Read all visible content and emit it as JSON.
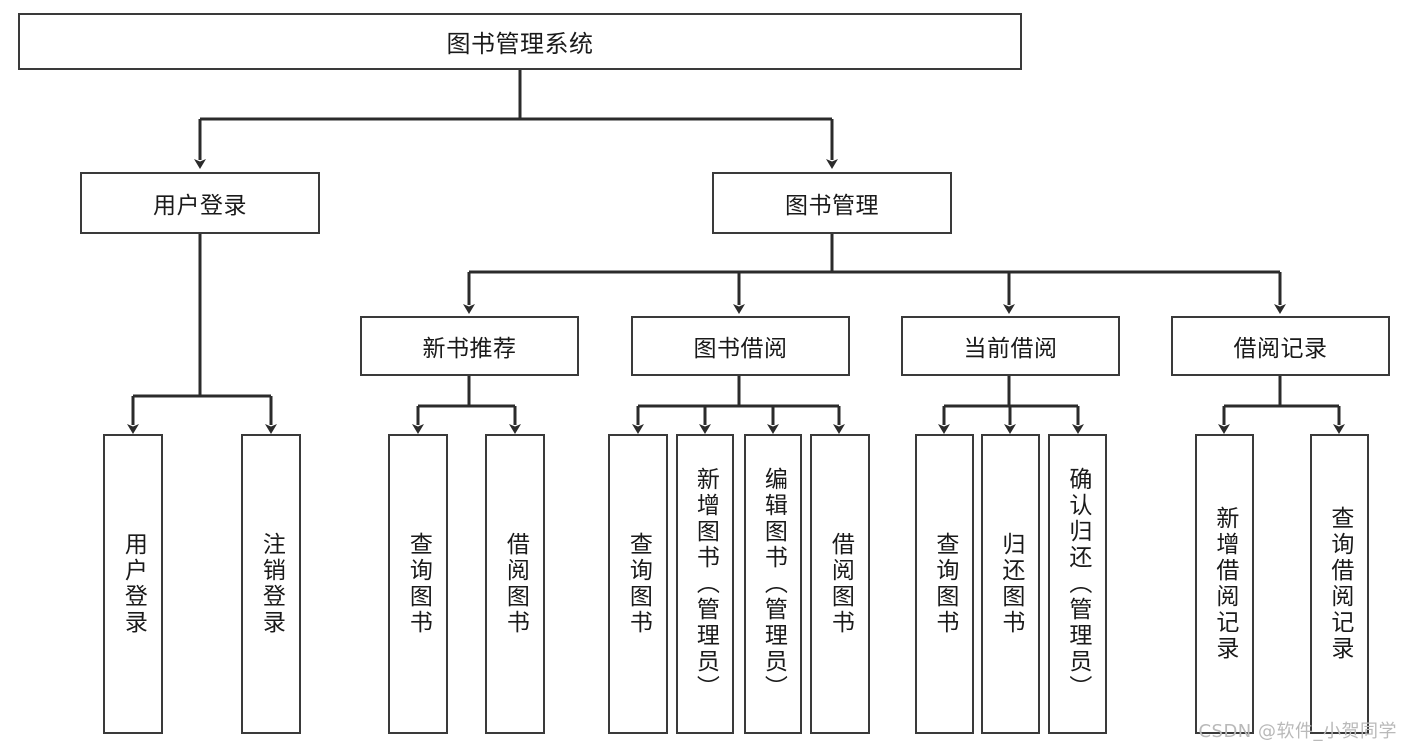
{
  "diagram": {
    "type": "tree-hierarchy",
    "title": "图书管理系统",
    "orientation": "top-down",
    "colors": {
      "background": "#ffffff",
      "box_border": "#3a3a3a",
      "box_fill": "#ffffff",
      "text": "#1a1a1a",
      "edge": "#2b2b2b",
      "watermark": "#b9b9b9"
    },
    "watermark": "CSDN @软件_小贺同学"
  },
  "nodes": {
    "root": {
      "label": "图书管理系统",
      "level": 0
    },
    "level1": [
      {
        "id": "user-login",
        "label": "用户登录"
      },
      {
        "id": "book-management",
        "label": "图书管理"
      }
    ],
    "level2": [
      {
        "id": "new-book-recommend",
        "label": "新书推荐"
      },
      {
        "id": "book-borrow",
        "label": "图书借阅"
      },
      {
        "id": "current-borrow",
        "label": "当前借阅"
      },
      {
        "id": "borrow-record",
        "label": "借阅记录"
      }
    ],
    "leaves": {
      "user_login": [
        {
          "id": "leaf-user-login",
          "label": "用户登录"
        },
        {
          "id": "leaf-logout",
          "label": "注销登录"
        }
      ],
      "new_book_recommend": [
        {
          "id": "leaf-query-book-1",
          "label": "查询图书"
        },
        {
          "id": "leaf-borrow-book-1",
          "label": "借阅图书"
        }
      ],
      "book_borrow": [
        {
          "id": "leaf-query-book-2",
          "label": "查询图书"
        },
        {
          "id": "leaf-add-book",
          "label": "新增图书（管理员）"
        },
        {
          "id": "leaf-edit-book",
          "label": "编辑图书（管理员）"
        },
        {
          "id": "leaf-borrow-book-2",
          "label": "借阅图书"
        }
      ],
      "current_borrow": [
        {
          "id": "leaf-query-book-3",
          "label": "查询图书"
        },
        {
          "id": "leaf-return-book",
          "label": "归还图书"
        },
        {
          "id": "leaf-confirm-return",
          "label": "确认归还（管理员）"
        }
      ],
      "borrow_record": [
        {
          "id": "leaf-add-record",
          "label": "新增借阅记录"
        },
        {
          "id": "leaf-query-record",
          "label": "查询借阅记录"
        }
      ]
    }
  }
}
